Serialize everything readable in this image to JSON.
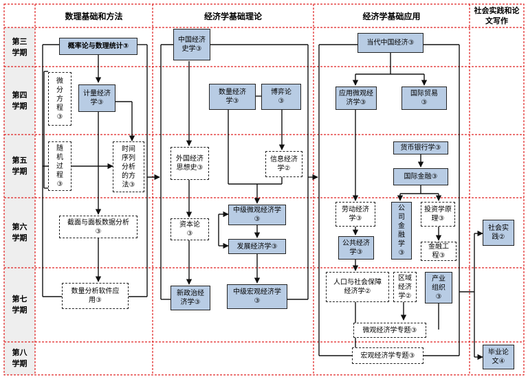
{
  "columns": [
    "数理基础和方法",
    "经济学基础理论",
    "经济学基础应用",
    "社会实践和论文写作"
  ],
  "semesters": [
    "第三学期",
    "第四学期",
    "第五学期",
    "第六学期",
    "第七学期",
    "第八学期"
  ],
  "courses": {
    "probability": "概率论与数理统计③",
    "diffeq": "微分方程③",
    "econometrics": "计量经济学③",
    "stochastic": "随机过程③",
    "timeseries": "时间序列分析的方法③",
    "panel": "截面与面板数据分析③",
    "software": "数量分析软件应用③",
    "chinahistory": "中国经济史学③",
    "quantecon": "数量经济学③",
    "gametheory": "博弈论③",
    "foreignthought": "外国经济思想史③",
    "infoecon": "信息经济学②",
    "capital": "资本论③",
    "micro": "中级微观经济学③",
    "development": "发展经济学③",
    "political": "新政治经济学③",
    "macro": "中级宏观经济学③",
    "chinaecon": "当代中国经济③",
    "appmicro": "应用微观经济学③",
    "trade": "国际贸易③",
    "banking": "货币银行学③",
    "intfinance": "国际金融③",
    "labor": "劳动经济学③",
    "corpfinance": "公司金融学③",
    "investment": "投资学原理③",
    "fineng": "金融工程③",
    "publicecon": "公共经济学③",
    "population": "人口与社会保障经济学②",
    "regional": "区域经济学②",
    "industrial": "产业组织③",
    "microtopics": "微观经济学专题③",
    "macrotopics": "宏观经济学专题③",
    "practice": "社会实践②",
    "thesis": "毕业论文④"
  }
}
